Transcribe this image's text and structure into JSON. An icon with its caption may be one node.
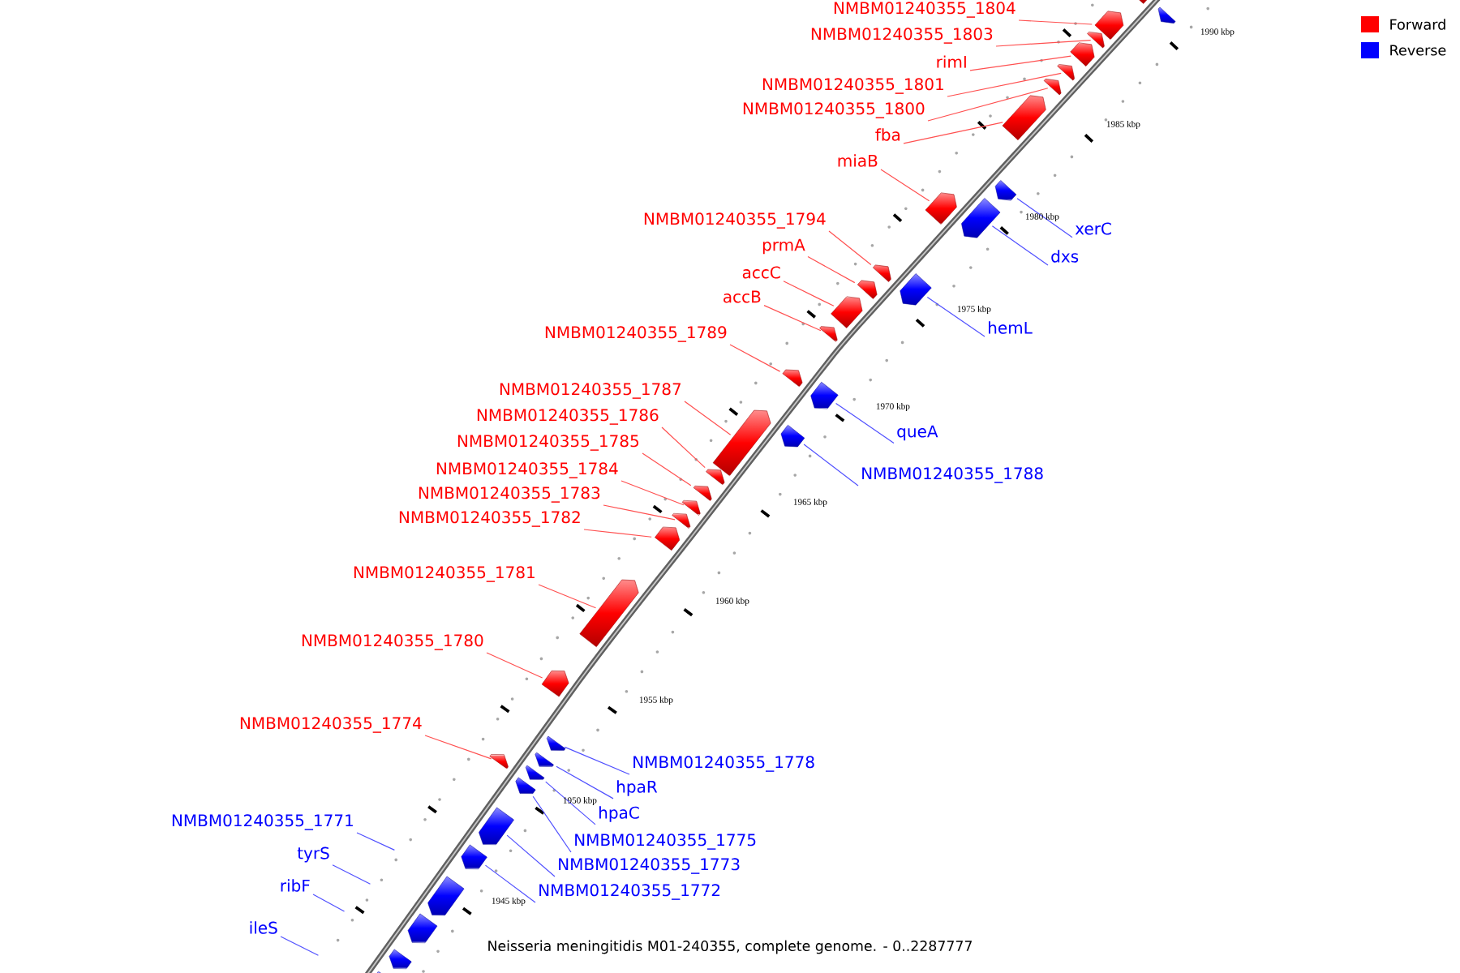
{
  "diagram": {
    "title": "Neisseria meningitidis M01-240355, complete genome. - 0..2287777",
    "nodes": [
      {
        "text": [],
        "shape": "arrow"
      },
      {
        "text": [],
        "shape": "arrow"
      },
      {
        "text": [
          "NMBM01240355_1804"
        ]
      },
      {
        "text": [],
        "shape": "arrow"
      },
      {
        "text": [
          "NMBM01240355_1803"
        ]
      },
      {
        "text": [],
        "shape": "arrow"
      },
      {
        "text": [
          "rimI"
        ]
      },
      {
        "text": [],
        "shape": "arrow"
      },
      {
        "text": [
          "NMBM01240355_1801"
        ]
      },
      {
        "text": [],
        "shape": "arrow"
      },
      {
        "text": [
          "NMBM01240355_1800"
        ]
      },
      {
        "text": [],
        "shape": "arrow"
      },
      {
        "text": [
          "fba"
        ]
      },
      {
        "text": [],
        "shape": "arrow"
      },
      {
        "text": [
          "miaB"
        ]
      },
      {
        "text": [],
        "shape": "arrow"
      },
      {
        "text": [
          "xerC"
        ]
      },
      {
        "text": [],
        "shape": "arrow"
      },
      {
        "text": [
          "dxs"
        ]
      },
      {
        "text": [],
        "shape": "arrow"
      },
      {
        "text": [
          "NMBM01240355_1794"
        ]
      },
      {
        "text": [],
        "shape": "arrow"
      },
      {
        "text": [
          "prmA"
        ]
      },
      {
        "text": [],
        "shape": "arrow"
      },
      {
        "text": [
          "accC"
        ]
      },
      {
        "text": [],
        "shape": "arrow"
      },
      {
        "text": [
          "accB"
        ]
      },
      {
        "text": [],
        "shape": "arrow"
      },
      {
        "text": [
          "hemL"
        ]
      },
      {
        "text": [],
        "shape": "arrow"
      },
      {
        "text": [
          "NMBM01240355_1789"
        ]
      },
      {
        "text": [],
        "shape": "arrow"
      },
      {
        "text": [
          "NMBM01240355_1787"
        ]
      },
      {
        "text": [],
        "shape": "arrow"
      },
      {
        "text": [
          "queA"
        ]
      },
      {
        "text": [],
        "shape": "arrow"
      },
      {
        "text": [
          "NMBM01240355_1786"
        ]
      },
      {
        "text": [],
        "shape": "arrow"
      },
      {
        "text": [
          "NMBM01240355_1785"
        ]
      },
      {
        "text": [],
        "shape": "arrow"
      },
      {
        "text": [
          "NMBM01240355_1784"
        ]
      },
      {
        "text": [],
        "shape": "arrow"
      },
      {
        "text": [
          "NMBM01240355_1788"
        ]
      },
      {
        "text": [],
        "shape": "arrow"
      },
      {
        "text": [
          "NMBM01240355_1783"
        ]
      },
      {
        "text": [],
        "shape": "arrow"
      },
      {
        "text": [
          "NMBM01240355_1782"
        ]
      },
      {
        "text": [],
        "shape": "arrow"
      },
      {
        "text": [
          "NMBM01240355_1781"
        ]
      },
      {
        "text": [],
        "shape": "arrow"
      },
      {
        "text": [
          "NMBM01240355_1780"
        ]
      },
      {
        "text": [],
        "shape": "arrow"
      },
      {
        "text": [
          "NMBM01240355_1774"
        ]
      },
      {
        "text": [],
        "shape": "arrow"
      },
      {
        "text": [
          "NMBM01240355_1778"
        ]
      },
      {
        "text": [],
        "shape": "arrow"
      },
      {
        "text": [
          "hpaR"
        ]
      },
      {
        "text": [],
        "shape": "arrow"
      },
      {
        "text": [
          "hpaC"
        ]
      },
      {
        "text": [],
        "shape": "arrow"
      },
      {
        "text": [
          "NMBM01240355_1771"
        ]
      },
      {
        "text": [
          "NMBM01240355_1775"
        ]
      },
      {
        "text": [],
        "shape": "arrow"
      },
      {
        "text": [
          "tyrS"
        ]
      },
      {
        "text": [
          "NMBM01240355_1773"
        ]
      },
      {
        "text": [],
        "shape": "arrow"
      },
      {
        "text": [
          "ribF"
        ]
      },
      {
        "text": [
          "NMBM01240355_1772"
        ]
      },
      {
        "text": [],
        "shape": "arrow"
      },
      {
        "text": [],
        "shape": "arrow"
      },
      {
        "text": [
          "ileS"
        ]
      },
      {
        "text": [],
        "shape": "arrow"
      },
      {
        "text": [],
        "shape": "arrow"
      },
      {
        "text": [],
        "shape": "arrow"
      }
    ],
    "edges": [
      {
        "from": 2,
        "to": 3,
        "arrow": "none"
      },
      {
        "from": 4,
        "to": 5,
        "arrow": "none"
      },
      {
        "from": 6,
        "to": 7,
        "arrow": "none"
      },
      {
        "from": 8,
        "to": 9,
        "arrow": "none"
      },
      {
        "from": 10,
        "to": 11,
        "arrow": "none"
      },
      {
        "from": 12,
        "to": 13,
        "arrow": "none"
      },
      {
        "from": 14,
        "to": 15,
        "arrow": "none"
      },
      {
        "from": 16,
        "to": 17,
        "arrow": "none",
        "color": "#5050ff"
      },
      {
        "from": 18,
        "to": 19,
        "arrow": "none",
        "color": "#5050ff"
      },
      {
        "from": 20,
        "to": 21,
        "arrow": "none"
      },
      {
        "from": 22,
        "to": 23,
        "arrow": "none"
      },
      {
        "from": 24,
        "to": 25,
        "arrow": "none"
      },
      {
        "from": 26,
        "to": 27,
        "arrow": "none"
      },
      {
        "from": 28,
        "to": 29,
        "arrow": "none",
        "color": "#5050ff"
      },
      {
        "from": 30,
        "to": 31,
        "arrow": "none"
      },
      {
        "from": 32,
        "to": 33,
        "arrow": "none"
      },
      {
        "from": 34,
        "to": 35,
        "arrow": "none",
        "color": "#5050ff"
      },
      {
        "from": 36,
        "to": 37,
        "arrow": "none"
      },
      {
        "from": 38,
        "to": 39,
        "arrow": "none"
      },
      {
        "from": 40,
        "to": 41,
        "arrow": "none"
      },
      {
        "from": 42,
        "to": 43,
        "arrow": "none",
        "color": "#5050ff"
      },
      {
        "from": 44,
        "to": 45,
        "arrow": "none"
      },
      {
        "from": 46,
        "to": 47,
        "arrow": "none"
      },
      {
        "from": 48,
        "to": 49,
        "arrow": "none"
      },
      {
        "from": 50,
        "to": 51,
        "arrow": "none"
      },
      {
        "from": 52,
        "to": 53,
        "arrow": "none"
      },
      {
        "from": 54,
        "to": 55,
        "arrow": "none",
        "color": "#5050ff"
      },
      {
        "from": 56,
        "to": 57,
        "arrow": "none",
        "color": "#5050ff"
      },
      {
        "from": 58,
        "to": 59,
        "arrow": "none",
        "color": "#5050ff"
      },
      {
        "from": 60,
        "to": null,
        "arrow": "none",
        "color": "#5050ff"
      },
      {
        "from": 61,
        "to": 62,
        "arrow": "none",
        "color": "#5050ff"
      },
      {
        "from": 63,
        "to": null,
        "arrow": "none",
        "color": "#5050ff"
      },
      {
        "from": 64,
        "to": 65,
        "arrow": "none",
        "color": "#5050ff"
      },
      {
        "from": 66,
        "to": null,
        "arrow": "none",
        "color": "#5050ff"
      },
      {
        "from": 67,
        "to": 68,
        "arrow": "none",
        "color": "#5050ff"
      },
      {
        "from": 70,
        "to": null,
        "arrow": "none",
        "color": "#5050ff"
      }
    ],
    "labels": [
      "1990 kbp",
      "1985 kbp",
      "1980 kbp",
      "1975 kbp",
      "1970 kbp",
      "1965 kbp",
      "1960 kbp",
      "1955 kbp",
      "1950 kbp",
      "1945 kbp"
    ],
    "legend": [
      {
        "text": "Forward",
        "color": "#ff0000"
      },
      {
        "text": "Reverse",
        "color": "#0000ff"
      }
    ]
  }
}
